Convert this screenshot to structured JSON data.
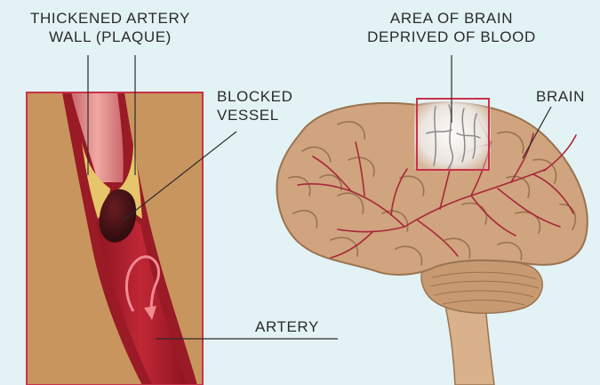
{
  "labels": {
    "plaque_line1": "THICKENED ARTERY",
    "plaque_line2": "WALL (PLAQUE)",
    "blocked_line1": "BLOCKED",
    "blocked_line2": "VESSEL",
    "area_line1": "AREA OF BRAIN",
    "area_line2": "DEPRIVED OF BLOOD",
    "brain": "BRAIN",
    "artery": "ARTERY"
  },
  "colors": {
    "background": "#e3f2f4",
    "tissue": "#c9955e",
    "tissue_border": "#c8324a",
    "artery_wall": "#9a1a26",
    "blood": "#b01e2c",
    "plaque": "#e7c56a",
    "clot": "#3a0f12",
    "brain": "#cfa47e",
    "brain_outline": "#9a7350",
    "vessels": "#a8283a",
    "highlight_box": "#c8324a",
    "pointer_lines": "#2b2b2b"
  },
  "icons": {
    "flow_arrow": "curved-arrow-icon"
  }
}
